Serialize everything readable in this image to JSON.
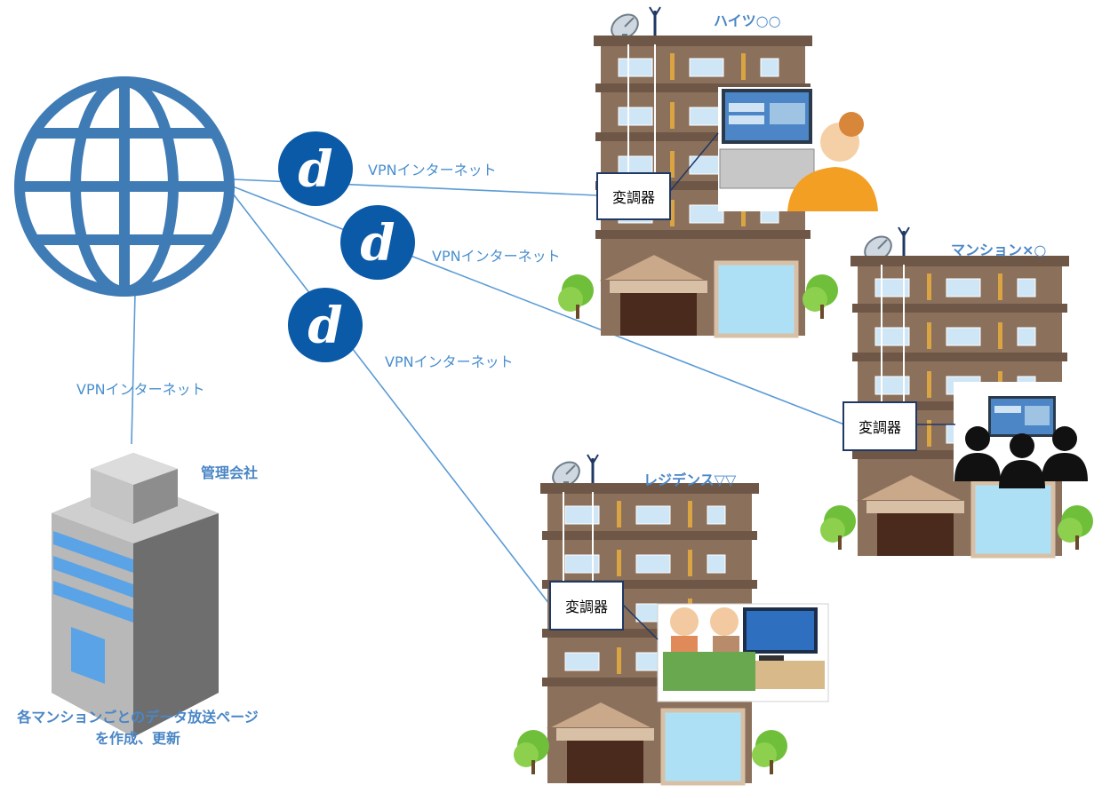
{
  "connection_label": "VPNインターネット",
  "links": [
    {
      "label": "VPNインターネット"
    },
    {
      "label": "VPNインターネット"
    },
    {
      "label": "VPNインターネット"
    },
    {
      "label": "VPNインターネット"
    }
  ],
  "buildings": [
    {
      "name": "ハイツ○○",
      "device": "変調器"
    },
    {
      "name": "マンション×○",
      "device": "変調器"
    },
    {
      "name": "レジデンス▽▽",
      "device": "変調器"
    }
  ],
  "management": {
    "name": "管理会社",
    "caption_line1": "各マンションごとのデータ放送ページ",
    "caption_line2": "を作成、更新"
  },
  "router_badge": "d",
  "colors": {
    "globe": "#3f7bb5",
    "line": "#5b9bd5",
    "badge": "#0a5aa8",
    "building": "#8a6f5a",
    "label": "#4a86c5"
  },
  "icons": [
    "globe-icon",
    "router-icon",
    "satellite-dish-icon",
    "antenna-icon",
    "tv-icon",
    "person-icon",
    "tree-icon",
    "office-building-icon"
  ]
}
